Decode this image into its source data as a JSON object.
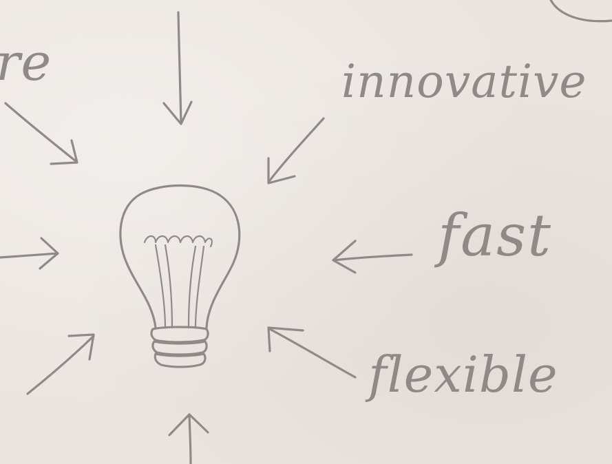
{
  "colors": {
    "paper": "#ebe5e0",
    "ink": "#8f8a87"
  },
  "words": {
    "cut_left": "re",
    "innovative": "innovative",
    "fast": "fast",
    "flexible": "flexible"
  },
  "icons": {
    "center": "lightbulb-icon",
    "arrow": "arrow-icon"
  }
}
